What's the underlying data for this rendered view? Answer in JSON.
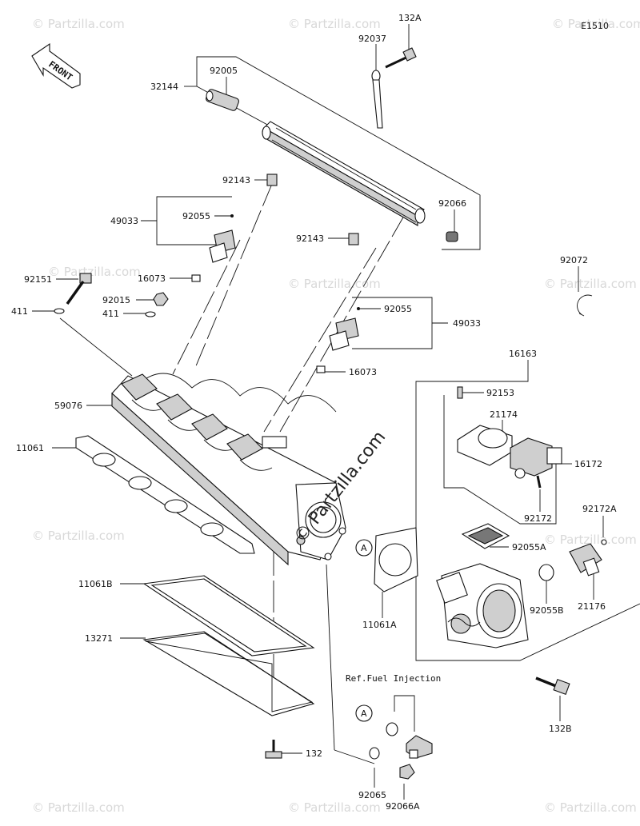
{
  "diagram_code": "E1510",
  "front_label": "FRONT",
  "reference_note": "Ref.Fuel Injection",
  "ref_marker": "A",
  "watermark": "© Partzilla.com",
  "center_watermark": "© Partzilla.com",
  "parts": {
    "p132A": "132A",
    "p92037": "92037",
    "p32144": "32144",
    "p92005": "92005",
    "p92143a": "92143",
    "p92143b": "92143",
    "p92066": "92066",
    "p49033a": "49033",
    "p92055a": "92055",
    "p92151": "92151",
    "p16073a": "16073",
    "p92015": "92015",
    "p411a": "411",
    "p411b": "411",
    "p92072": "92072",
    "p92055b": "92055",
    "p49033b": "49033",
    "p16073b": "16073",
    "p16163": "16163",
    "p59076": "59076",
    "p92153": "92153",
    "p21174": "21174",
    "p11061": "11061",
    "p16172": "16172",
    "p92172": "92172",
    "p92172A": "92172A",
    "p92055A": "92055A",
    "p11061B": "11061B",
    "p11061A": "11061A",
    "p92055B": "92055B",
    "p21176": "21176",
    "p13271": "13271",
    "p132B": "132B",
    "p132": "132",
    "p92065": "92065",
    "p92066A": "92066A"
  }
}
